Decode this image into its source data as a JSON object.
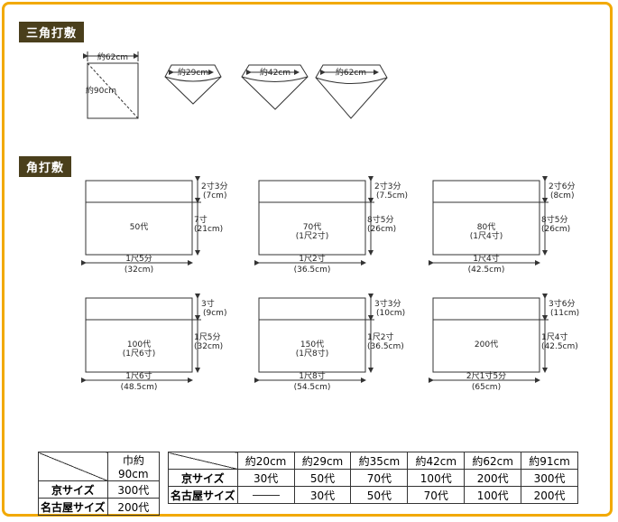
{
  "sections": {
    "triangle_title": "三角打敷",
    "square_title": "角打敷"
  },
  "triangle": {
    "cloth_width": "約62cm",
    "cloth_height": "約90cm",
    "folded": [
      "約29cm",
      "約42cm",
      "約62cm"
    ]
  },
  "boxes": [
    {
      "name": "50代",
      "sub": "",
      "top": "2寸3分",
      "top_cm": "(7cm)",
      "side": "7寸",
      "side_cm": "(21cm)",
      "bottom": "1尺5分",
      "bottom_cm": "(32cm)"
    },
    {
      "name": "70代",
      "sub": "(1尺2寸)",
      "top": "2寸3分",
      "top_cm": "(7.5cm)",
      "side": "8寸5分",
      "side_cm": "(26cm)",
      "bottom": "1尺2寸",
      "bottom_cm": "(36.5cm)"
    },
    {
      "name": "80代",
      "sub": "(1尺4寸)",
      "top": "2寸6分",
      "top_cm": "(8cm)",
      "side": "8寸5分",
      "side_cm": "(26cm)",
      "bottom": "1尺4寸",
      "bottom_cm": "(42.5cm)"
    },
    {
      "name": "100代",
      "sub": "(1尺6寸)",
      "top": "3寸",
      "top_cm": "(9cm)",
      "side": "1尺5分",
      "side_cm": "(32cm)",
      "bottom": "1尺6寸",
      "bottom_cm": "(48.5cm)"
    },
    {
      "name": "150代",
      "sub": "(1尺8寸)",
      "top": "3寸3分",
      "top_cm": "(10cm)",
      "side": "1尺2寸",
      "side_cm": "(36.5cm)",
      "bottom": "1尺8寸",
      "bottom_cm": "(54.5cm)"
    },
    {
      "name": "200代",
      "sub": "",
      "top": "3寸6分",
      "top_cm": "(11cm)",
      "side": "1尺4寸",
      "side_cm": "(42.5cm)",
      "bottom": "2尺1寸5分",
      "bottom_cm": "(65cm)"
    }
  ],
  "table1": {
    "header": "巾約90cm",
    "rows": [
      {
        "label": "京サイズ",
        "value": "300代"
      },
      {
        "label": "名古屋サイズ",
        "value": "200代"
      }
    ]
  },
  "table2": {
    "headers": [
      "約20cm",
      "約29cm",
      "約35cm",
      "約42cm",
      "約62cm",
      "約91cm"
    ],
    "rows": [
      {
        "label": "京サイズ",
        "values": [
          "30代",
          "50代",
          "70代",
          "100代",
          "200代",
          "300代"
        ]
      },
      {
        "label": "名古屋サイズ",
        "values": [
          "",
          "30代",
          "50代",
          "70代",
          "100代",
          "200代"
        ]
      }
    ]
  }
}
